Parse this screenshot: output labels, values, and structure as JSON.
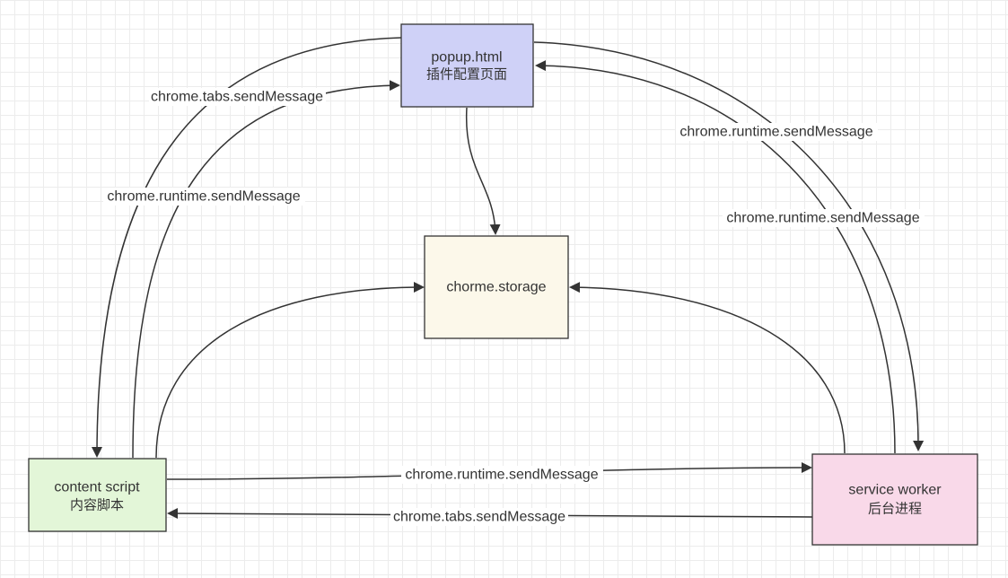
{
  "colors": {
    "stroke": "#333333",
    "grid": "#ececec",
    "background": "#ffffff"
  },
  "nodes": {
    "popup": {
      "title": "popup.html",
      "subtitle": "插件配置页面",
      "fill": "#cfd1f7"
    },
    "storage": {
      "title": "chorme.storage",
      "fill": "#fcf8ea"
    },
    "content": {
      "title": "content script",
      "subtitle": "内容脚本",
      "fill": "#e3f6d8"
    },
    "worker": {
      "title": "service worker",
      "subtitle": "后台进程",
      "fill": "#f9d9e9"
    }
  },
  "edges": {
    "popup_to_content": "chrome.tabs.sendMessage",
    "content_to_popup": "chrome.runtime.sendMessage",
    "popup_to_worker": "chrome.runtime.sendMessage",
    "worker_to_popup": "chrome.runtime.sendMessage",
    "content_to_worker": "chrome.runtime.sendMessage",
    "worker_to_content": "chrome.tabs.sendMessage"
  }
}
